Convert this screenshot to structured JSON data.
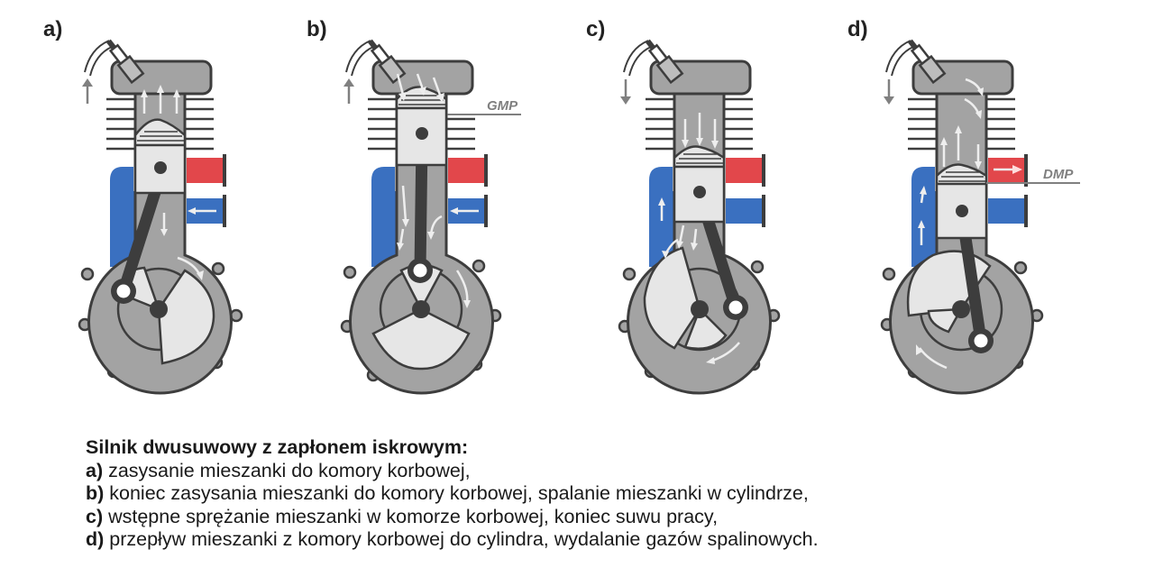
{
  "panels": [
    {
      "label": "a)",
      "marker": ""
    },
    {
      "label": "b)",
      "marker": "GMP"
    },
    {
      "label": "c)",
      "marker": ""
    },
    {
      "label": "d)",
      "marker": "DMP"
    }
  ],
  "caption": {
    "title": "Silnik dwusuwowy z zapłonem iskrowym:",
    "items": [
      {
        "label": "a)",
        "text": " zasysanie mieszanki do komory korbowej,"
      },
      {
        "label": "b)",
        "text": " koniec zasysania mieszanki do komory korbowej, spalanie mieszanki w cylindrze,"
      },
      {
        "label": "c)",
        "text": " wstępne sprężanie mieszanki w komorze korbowej, koniec suwu pracy,"
      },
      {
        "label": "d)",
        "text": " przepływ mieszanki z komory korbowej do cylindra, wydalanie gazów spalinowych."
      }
    ]
  },
  "colors": {
    "body": "#a3a3a3",
    "dark": "#3d3d3d",
    "light": "#e6e6e6",
    "exhaust": "#e2474b",
    "intake": "#3a70c0",
    "arrow": "#eeeeee",
    "marker": "#808080"
  }
}
